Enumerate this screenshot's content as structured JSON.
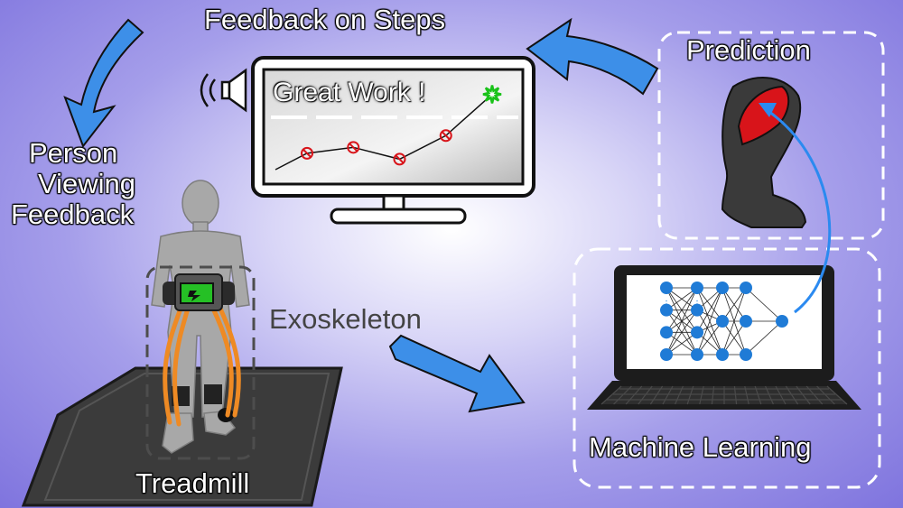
{
  "labels": {
    "feedback_on_steps": "Feedback on Steps",
    "prediction": "Prediction",
    "person_viewing_feedback": [
      "Person",
      "Viewing",
      "Feedback"
    ],
    "exoskeleton": "Exoskeleton",
    "treadmill": "Treadmill",
    "machine_learning": "Machine Learning",
    "screen_message": "Great Work !"
  },
  "monitor_chart": {
    "type": "line",
    "points": [
      0.8,
      1.0,
      0.6,
      1.4,
      2.8
    ],
    "marks": [
      "x",
      "x",
      "x",
      "x",
      "star"
    ],
    "ylim": [
      0,
      3
    ]
  },
  "neural_network": {
    "layer_sizes": [
      4,
      4,
      3,
      3,
      1
    ]
  },
  "colors": {
    "arrow": "#3d8fe8",
    "muscle": "#d8141a",
    "exo_strap": "#ee8a24",
    "screen_green": "#25c025",
    "nn_node": "#1f7bd6",
    "background": "#8b81e0"
  },
  "icons": [
    "speaker-icon",
    "battery-icon",
    "star-icon"
  ]
}
